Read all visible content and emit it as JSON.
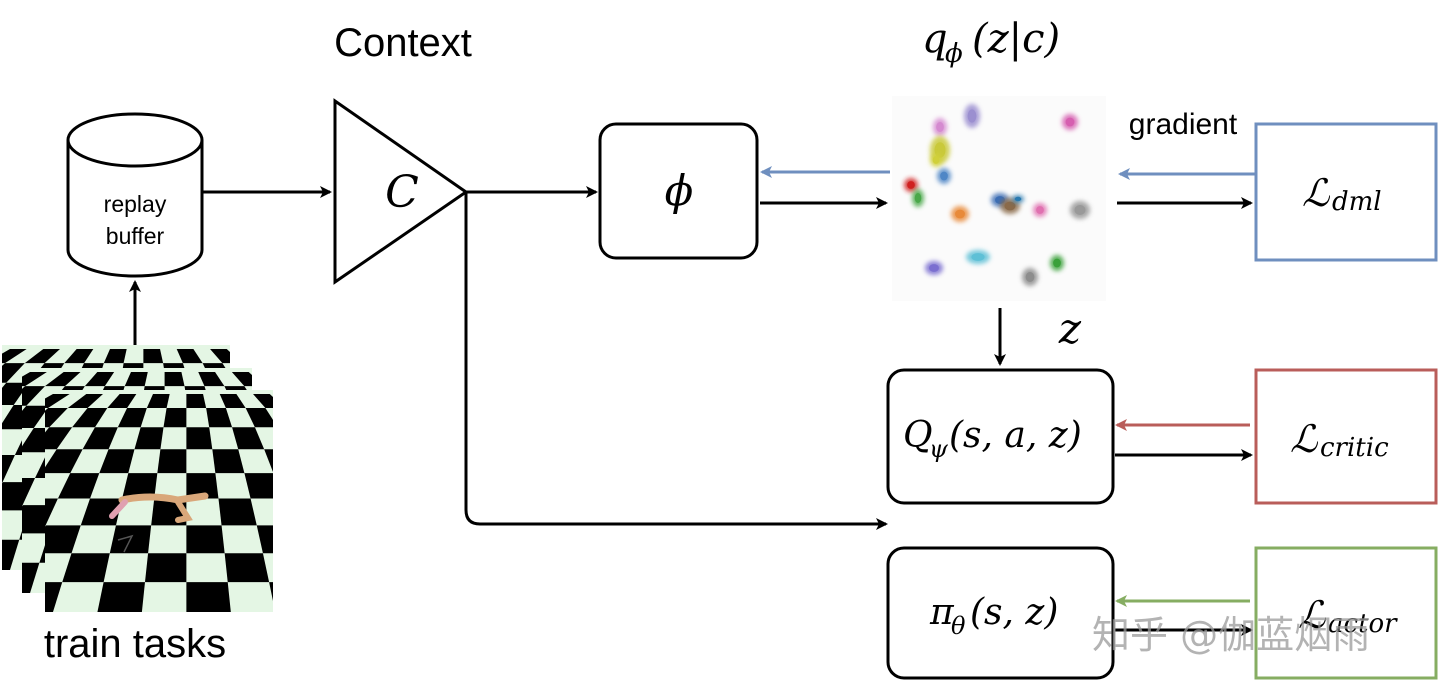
{
  "labels": {
    "context_title": "Context",
    "context_symbol": "C",
    "encoder_symbol": "ϕ",
    "posterior_label": "q_ϕ(z|c)",
    "posterior_q": "q",
    "posterior_sub": "ϕ",
    "posterior_args": "(z|c)",
    "gradient": "gradient",
    "z_label": "z",
    "replay_line1": "replay",
    "replay_line2": "buffer",
    "train_tasks": "train tasks",
    "critic_func": "Q",
    "critic_sub": "ψ",
    "critic_args": "(s, a, z)",
    "policy_func": "π",
    "policy_sub": "θ",
    "policy_args": "(s, z)",
    "loss_dml_L": "ℒ",
    "loss_dml_sub": "dml",
    "loss_critic_L": "ℒ",
    "loss_critic_sub": "critic",
    "loss_actor_L": "ℒ",
    "loss_actor_sub": "actor",
    "watermark": "知乎 @伽蓝烟雨"
  },
  "colors": {
    "dml_border": "#6f8fbf",
    "critic_border": "#b95d5a",
    "actor_border": "#86ad62",
    "dml_arrow": "#6f8fbf",
    "critic_arrow": "#b95d5a",
    "actor_arrow": "#86ad62",
    "line": "#000000",
    "checker_light": "#e4f6e4",
    "checker_dark": "#000000"
  },
  "clusters": [
    {
      "color": "#d58ad0"
    },
    {
      "color": "#9b8fd0"
    },
    {
      "color": "#d65fb0"
    },
    {
      "color": "#c9c93a"
    },
    {
      "color": "#4f86c6"
    },
    {
      "color": "#d02020"
    },
    {
      "color": "#4aa84a"
    },
    {
      "color": "#3c6eb5"
    },
    {
      "color": "#e88a3a"
    },
    {
      "color": "#8a6a4a"
    },
    {
      "color": "#999999"
    },
    {
      "color": "#e070b0"
    },
    {
      "color": "#7b6fd0"
    },
    {
      "color": "#5ec0d6"
    },
    {
      "color": "#8d8d8d"
    },
    {
      "color": "#3aa03a"
    },
    {
      "color": "#2a7ab0"
    },
    {
      "color": "#d0d03a"
    }
  ]
}
